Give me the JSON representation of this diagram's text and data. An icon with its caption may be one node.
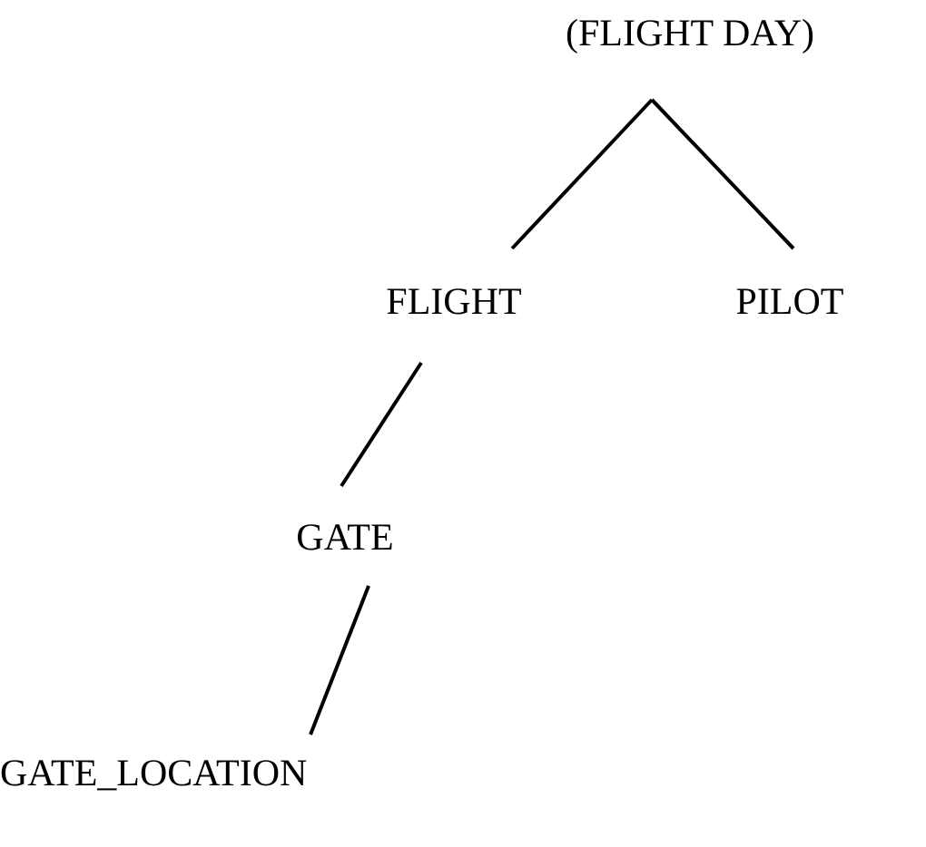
{
  "diagram": {
    "nodes": [
      {
        "text": [
          "(FLIGHT DAY)"
        ]
      },
      {
        "text": [
          "FLIGHT"
        ]
      },
      {
        "text": [
          "PILOT"
        ]
      },
      {
        "text": [
          "GATE"
        ]
      },
      {
        "text": [
          "GATE_LOCATION"
        ]
      }
    ],
    "edges": [
      {
        "from": 0,
        "to": 1,
        "arrow": "none"
      },
      {
        "from": 0,
        "to": 2,
        "arrow": "none"
      },
      {
        "from": 1,
        "to": 3,
        "arrow": "none"
      },
      {
        "from": 3,
        "to": 4,
        "arrow": "none"
      }
    ]
  }
}
